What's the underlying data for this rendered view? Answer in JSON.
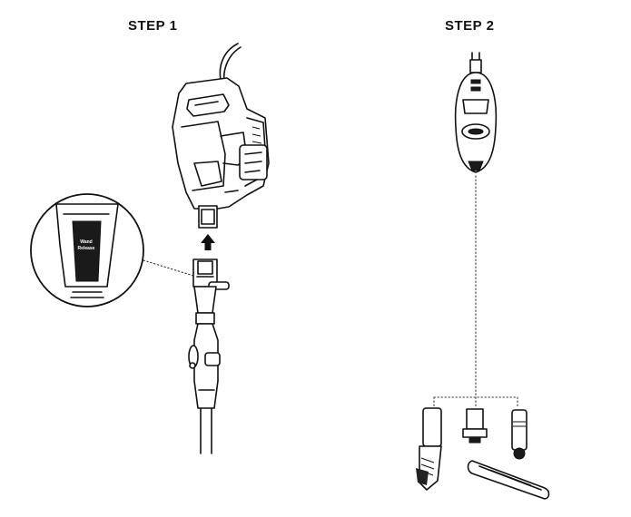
{
  "steps": [
    {
      "title": "STEP 1"
    },
    {
      "title": "STEP 2"
    }
  ],
  "callout": {
    "button_label_line1": "Wand",
    "button_label_line2": "Release"
  }
}
